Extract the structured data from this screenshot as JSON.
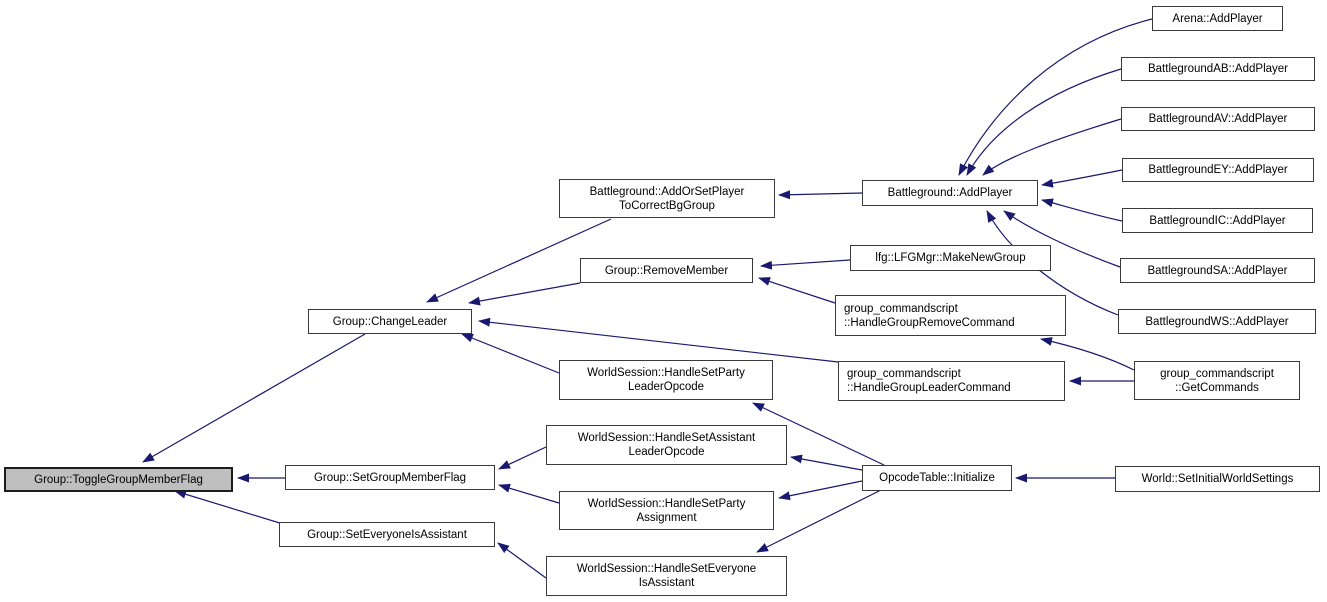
{
  "diagram": {
    "kind": "doxygen-caller-graph",
    "root_function": "Group::ToggleGroupMemberFlag",
    "colors": {
      "edge": "#191970",
      "node_border": "#3a3a3a",
      "node_fill": "#ffffff",
      "root_fill": "#bfbfbf",
      "background": "#ffffff"
    },
    "nodes": [
      {
        "id": "toggle-group-member-flag",
        "label": "Group::ToggleGroupMemberFlag",
        "is_root": true
      },
      {
        "id": "change-leader",
        "label": "Group::ChangeLeader"
      },
      {
        "id": "set-group-member-flag",
        "label": "Group::SetGroupMemberFlag"
      },
      {
        "id": "set-everyone-is-assistant",
        "label": "Group::SetEveryoneIsAssistant"
      },
      {
        "id": "bg-add-or-set-player",
        "label": "Battleground::AddOrSetPlayer\nToCorrectBgGroup"
      },
      {
        "id": "remove-member",
        "label": "Group::RemoveMember"
      },
      {
        "id": "handle-set-party-leader-opcode",
        "label": "WorldSession::HandleSetParty\nLeaderOpcode"
      },
      {
        "id": "handle-set-assistant-leader-opcode",
        "label": "WorldSession::HandleSetAssistant\nLeaderOpcode"
      },
      {
        "id": "handle-set-party-assignment",
        "label": "WorldSession::HandleSetParty\nAssignment"
      },
      {
        "id": "handle-set-everyone-is-assistant",
        "label": "WorldSession::HandleSetEveryone\nIsAssistant"
      },
      {
        "id": "bg-add-player",
        "label": "Battleground::AddPlayer"
      },
      {
        "id": "lfg-make-new-group",
        "label": "lfg::LFGMgr::MakeNewGroup"
      },
      {
        "id": "handle-group-remove-command",
        "label": "group_commandscript\n::HandleGroupRemoveCommand"
      },
      {
        "id": "handle-group-leader-command",
        "label": "group_commandscript\n::HandleGroupLeaderCommand"
      },
      {
        "id": "opcode-table-initialize",
        "label": "OpcodeTable::Initialize"
      },
      {
        "id": "get-commands",
        "label": "group_commandscript\n::GetCommands"
      },
      {
        "id": "world-set-initial-world-settings",
        "label": "World::SetInitialWorldSettings"
      },
      {
        "id": "arena-add-player",
        "label": "Arena::AddPlayer"
      },
      {
        "id": "bg-ab-add-player",
        "label": "BattlegroundAB::AddPlayer"
      },
      {
        "id": "bg-av-add-player",
        "label": "BattlegroundAV::AddPlayer"
      },
      {
        "id": "bg-ey-add-player",
        "label": "BattlegroundEY::AddPlayer"
      },
      {
        "id": "bg-ic-add-player",
        "label": "BattlegroundIC::AddPlayer"
      },
      {
        "id": "bg-sa-add-player",
        "label": "BattlegroundSA::AddPlayer"
      },
      {
        "id": "bg-ws-add-player",
        "label": "BattlegroundWS::AddPlayer"
      }
    ],
    "edges": [
      {
        "caller": "Group::ChangeLeader",
        "callee": "Group::ToggleGroupMemberFlag"
      },
      {
        "caller": "Group::SetGroupMemberFlag",
        "callee": "Group::ToggleGroupMemberFlag"
      },
      {
        "caller": "Group::SetEveryoneIsAssistant",
        "callee": "Group::ToggleGroupMemberFlag"
      },
      {
        "caller": "Battleground::AddOrSetPlayerToCorrectBgGroup",
        "callee": "Group::ChangeLeader"
      },
      {
        "caller": "Group::RemoveMember",
        "callee": "Group::ChangeLeader"
      },
      {
        "caller": "group_commandscript::HandleGroupLeaderCommand",
        "callee": "Group::ChangeLeader"
      },
      {
        "caller": "WorldSession::HandleSetPartyLeaderOpcode",
        "callee": "Group::ChangeLeader"
      },
      {
        "caller": "Battleground::AddPlayer",
        "callee": "Battleground::AddOrSetPlayerToCorrectBgGroup"
      },
      {
        "caller": "Arena::AddPlayer",
        "callee": "Battleground::AddPlayer"
      },
      {
        "caller": "BattlegroundAB::AddPlayer",
        "callee": "Battleground::AddPlayer"
      },
      {
        "caller": "BattlegroundAV::AddPlayer",
        "callee": "Battleground::AddPlayer"
      },
      {
        "caller": "BattlegroundEY::AddPlayer",
        "callee": "Battleground::AddPlayer"
      },
      {
        "caller": "BattlegroundIC::AddPlayer",
        "callee": "Battleground::AddPlayer"
      },
      {
        "caller": "BattlegroundSA::AddPlayer",
        "callee": "Battleground::AddPlayer"
      },
      {
        "caller": "BattlegroundWS::AddPlayer",
        "callee": "Battleground::AddPlayer"
      },
      {
        "caller": "lfg::LFGMgr::MakeNewGroup",
        "callee": "Group::RemoveMember"
      },
      {
        "caller": "group_commandscript::HandleGroupRemoveCommand",
        "callee": "Group::RemoveMember"
      },
      {
        "caller": "group_commandscript::GetCommands",
        "callee": "group_commandscript::HandleGroupRemoveCommand"
      },
      {
        "caller": "group_commandscript::GetCommands",
        "callee": "group_commandscript::HandleGroupLeaderCommand"
      },
      {
        "caller": "OpcodeTable::Initialize",
        "callee": "WorldSession::HandleSetPartyLeaderOpcode"
      },
      {
        "caller": "OpcodeTable::Initialize",
        "callee": "WorldSession::HandleSetAssistantLeaderOpcode"
      },
      {
        "caller": "OpcodeTable::Initialize",
        "callee": "WorldSession::HandleSetPartyAssignment"
      },
      {
        "caller": "OpcodeTable::Initialize",
        "callee": "WorldSession::HandleSetEveryoneIsAssistant"
      },
      {
        "caller": "World::SetInitialWorldSettings",
        "callee": "OpcodeTable::Initialize"
      },
      {
        "caller": "WorldSession::HandleSetAssistantLeaderOpcode",
        "callee": "Group::SetGroupMemberFlag"
      },
      {
        "caller": "WorldSession::HandleSetPartyAssignment",
        "callee": "Group::SetGroupMemberFlag"
      },
      {
        "caller": "WorldSession::HandleSetEveryoneIsAssistant",
        "callee": "Group::SetEveryoneIsAssistant"
      }
    ]
  }
}
